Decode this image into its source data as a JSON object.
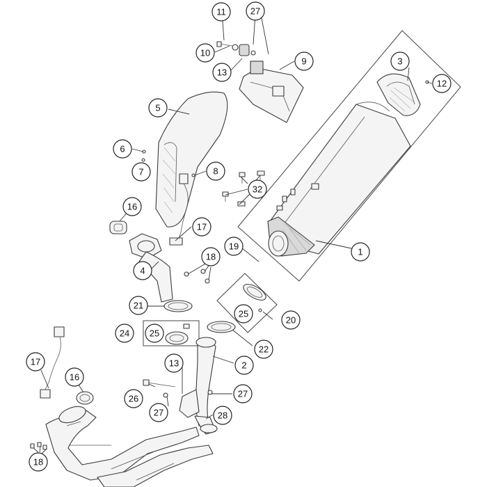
{
  "callouts": {
    "c1": "1",
    "c2": "2",
    "c3": "3",
    "c4": "4",
    "c5": "5",
    "c6": "6",
    "c7": "7",
    "c8": "8",
    "c9": "9",
    "c10": "10",
    "c11": "11",
    "c12": "12",
    "c13a": "13",
    "c13b": "13",
    "c16a": "16",
    "c16b": "16",
    "c17a": "17",
    "c17b": "17",
    "c18a": "18",
    "c18b": "18",
    "c19": "19",
    "c20": "20",
    "c21": "21",
    "c22": "22",
    "c24": "24",
    "c25a": "25",
    "c25b": "25",
    "c26": "26",
    "c27a": "27",
    "c27b": "27",
    "c27c": "27",
    "c28": "28",
    "c32": "32"
  }
}
